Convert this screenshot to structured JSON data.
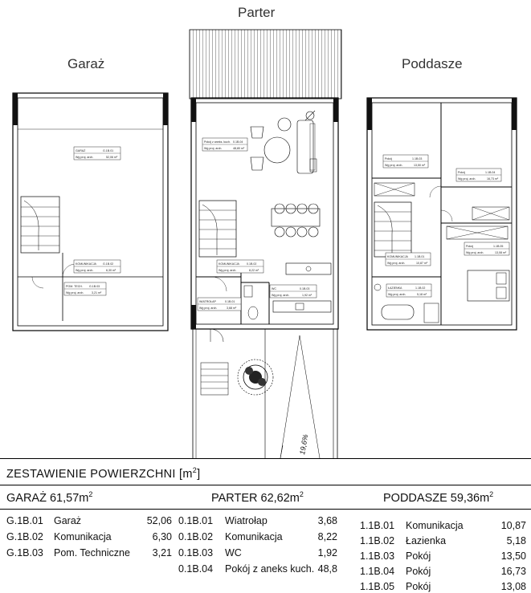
{
  "plans": {
    "parter_title": "Parter",
    "garaz_title": "Garaż",
    "poddasze_title": "Poddasze"
  },
  "labels": {
    "garaz_main": [
      "GARAŻ",
      "G.1B.01",
      "Wg proj. arch.",
      "52,06 m²"
    ],
    "garaz_kom": [
      "KOMUNIKACJA",
      "G.1B.02",
      "Wg proj. arch.",
      "6,30 m²"
    ],
    "garaz_tech": [
      "POM. TECH.",
      "G.1B.03",
      "Wg proj. arch.",
      "3,21 m²"
    ],
    "parter_pokoj": [
      "Pokój z aneks. kuch.",
      "0.1B.04",
      "Wg proj. arch.",
      "48,80 m²"
    ],
    "parter_kom": [
      "KOMUNIKACJA",
      "0.1B.02",
      "Wg proj. arch.",
      "8,22 m²"
    ],
    "parter_wiatrolap": [
      "WIATROŁAP",
      "0.1B.01",
      "Wg proj. arch.",
      "3,68 m²"
    ],
    "parter_wc": [
      "WC",
      "0.1B.03",
      "Wg proj. arch.",
      "1,92 m²"
    ],
    "pod_pokoj3": [
      "Pokój",
      "1.1B.03",
      "Wg proj. arch.",
      "13,50 m²"
    ],
    "pod_pokoj4": [
      "Pokój",
      "1.1B.04",
      "Wg proj. arch.",
      "16,73 m²"
    ],
    "pod_kom": [
      "KOMUNIKACJA",
      "1.1B.01",
      "Wg proj. arch.",
      "10,87 m²"
    ],
    "pod_pokoj5": [
      "Pokój",
      "1.1B.05",
      "Wg proj. arch.",
      "13,08 m²"
    ],
    "pod_lazienka": [
      "ŁAZIENKA",
      "1.1B.02",
      "Wg proj. arch.",
      "5,18 m²"
    ],
    "slope": "19,6%"
  },
  "summary": {
    "title": "ZESTAWIENIE POWIERZCHNI  [m",
    "title_sup": "2",
    "title_end": "]",
    "garaz": {
      "head": "GARAŻ 61,57m",
      "sup": "2",
      "rows": [
        {
          "code": "G.1B.01",
          "name": "Garaż",
          "area": "52,06"
        },
        {
          "code": "G.1B.02",
          "name": "Komunikacja",
          "area": "6,30"
        },
        {
          "code": "G.1B.03",
          "name": "Pom. Techniczne",
          "area": "3,21"
        }
      ]
    },
    "parter": {
      "head": "PARTER 62,62m",
      "sup": "2",
      "rows": [
        {
          "code": "0.1B.01",
          "name": "Wiatrołap",
          "area": "3,68"
        },
        {
          "code": "0.1B.02",
          "name": "Komunikacja",
          "area": "8,22"
        },
        {
          "code": "0.1B.03",
          "name": "WC",
          "area": "1,92"
        },
        {
          "code": "0.1B.04",
          "name": "Pokój z aneks kuch.",
          "area": "48,8"
        }
      ]
    },
    "poddasze": {
      "head": "PODDASZE 59,36m",
      "sup": "2",
      "rows": [
        {
          "code": "1.1B.01",
          "name": "Komunikacja",
          "area": "10,87"
        },
        {
          "code": "1.1B.02",
          "name": "Łazienka",
          "area": "5,18"
        },
        {
          "code": "1.1B.03",
          "name": "Pokój",
          "area": "13,50"
        },
        {
          "code": "1.1B.04",
          "name": "Pokój",
          "area": "16,73"
        },
        {
          "code": "1.1B.05",
          "name": "Pokój",
          "area": "13,08"
        }
      ]
    }
  }
}
